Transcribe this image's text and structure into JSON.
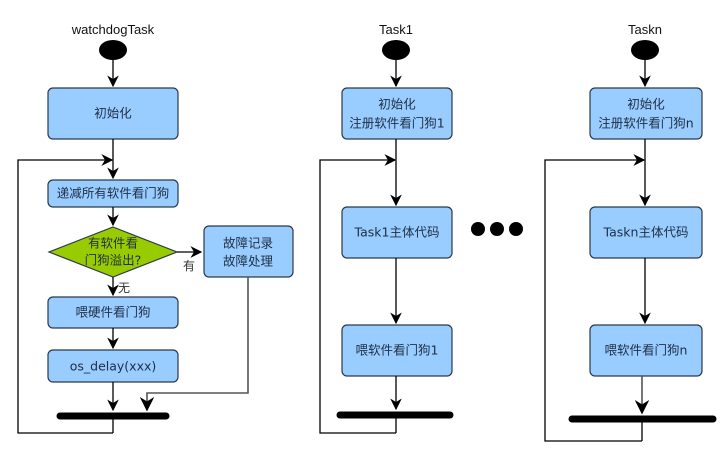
{
  "colors": {
    "box": "#99ccff",
    "decision": "#99cc00",
    "line": "#000000"
  },
  "watchdog": {
    "title": "watchdogTask",
    "init": "初始化",
    "decrement": "递减所有软件看门狗",
    "decision_line1": "有软件看",
    "decision_line2": "门狗溢出?",
    "yes_label": "有",
    "no_label": "无",
    "fault_line1": "故障记录",
    "fault_line2": "故障处理",
    "feed_hw": "喂硬件看门狗",
    "delay": "os_delay(xxx)"
  },
  "task1": {
    "title": "Task1",
    "init_line1": "初始化",
    "init_line2": "注册软件看门狗1",
    "body": "Task1主体代码",
    "feed": "喂软件看门狗1"
  },
  "taskn": {
    "title": "Taskn",
    "init_line1": "初始化",
    "init_line2": "注册软件看门狗n",
    "body": "Taskn主体代码",
    "feed": "喂软件看门狗n"
  },
  "ellipsis": "ellipsis-dots"
}
